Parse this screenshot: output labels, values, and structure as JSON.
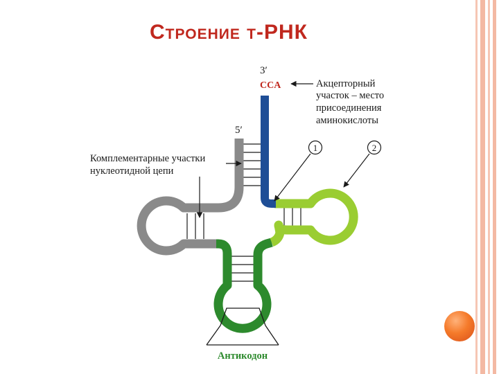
{
  "slide": {
    "title": "Строение т-РНК",
    "accent_color": "#c0281e",
    "decor_color": "#f57a2a"
  },
  "diagram": {
    "end_3": "3′",
    "cca": "CCA",
    "end_5": "5′",
    "acceptor_label_lines": [
      "Акцепторный",
      "участок – место",
      "присоединения",
      "аминокислоты"
    ],
    "complementary_label_lines": [
      "Комплементарные участки",
      "нуклеотидной цепи"
    ],
    "marker_1": "1",
    "marker_2": "2",
    "anticodon_label": "Антикодон",
    "colors": {
      "acceptor": "#1f4e96",
      "left_arm": "#8a8a8a",
      "green_dark": "#2d8a2d",
      "green_light": "#9acd32",
      "cca_text": "#c0281e"
    }
  }
}
